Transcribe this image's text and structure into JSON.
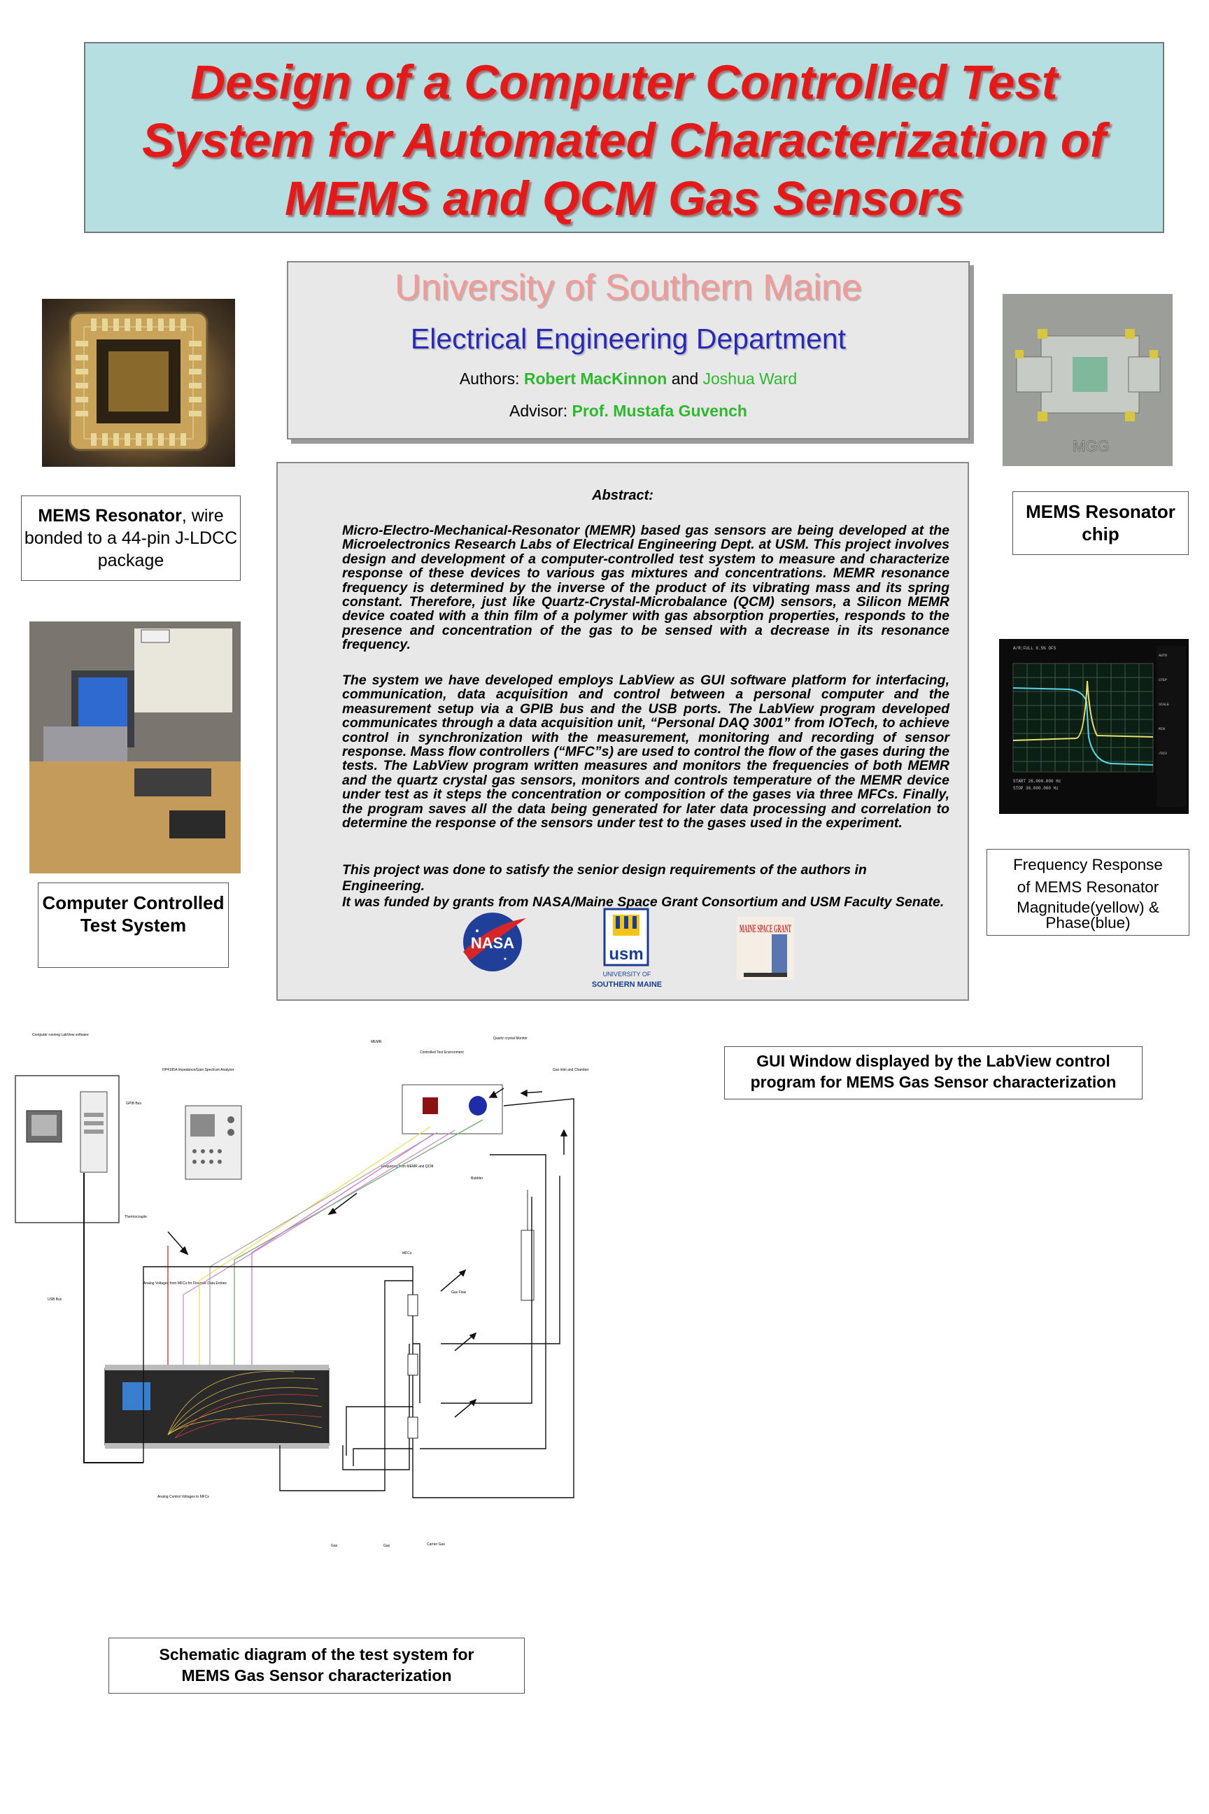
{
  "title": {
    "line1": "Design of a Computer Controlled Test",
    "line2": "System for Automated Characterization of",
    "line3": "MEMS and QCM Gas Sensors"
  },
  "university": {
    "name": "University of Southern Maine",
    "department": "Electrical Engineering Department",
    "authors_label": "Authors:",
    "author1": "Robert MacKinnon",
    "and": "and",
    "author2": "Joshua Ward",
    "advisor_label": "Advisor:",
    "advisor": "Prof. Mustafa Guvench"
  },
  "abstract": {
    "heading": "Abstract:",
    "p1": "Micro-Electro-Mechanical-Resonator (MEMR) based gas sensors are being developed at the Microelectronics Research Labs of Electrical Engineering Dept. at USM. This project involves design and development of a computer-controlled test system to measure and characterize response of these devices to various gas mixtures and concentrations. MEMR resonance frequency is determined by the inverse of the product of its vibrating mass and its spring constant. Therefore, just like Quartz-Crystal-Microbalance (QCM) sensors, a Silicon MEMR device coated with a thin film of a polymer with gas absorption properties, responds to the presence and concentration of the gas to be sensed with a decrease in its resonance frequency.",
    "p2": "The system we have developed employs LabView as GUI software platform for interfacing, communication, data acquisition and control between a personal computer and the measurement setup via a GPIB bus and the USB ports. The LabView program developed communicates through a data acquisition unit, “Personal DAQ 3001” from IOTech, to achieve control in synchronization with the measurement, monitoring and recording of sensor response. Mass flow controllers (“MFC”s) are used to control the flow of the gases during the tests. The LabView program written measures and monitors the frequencies of both MEMR and the quartz crystal gas sensors, monitors and controls temperature of the MEMR device under test as it steps the concentration or composition of the gases via three MFCs. Finally, the program saves all the data being generated for later data processing and correlation to determine the response of the sensors under test to the gases used in the experiment.",
    "p3_line1": "This project was done to satisfy the senior design requirements of the authors in  Engineering.",
    "p3_line2": "It was funded by grants from NASA/Maine Space Grant Consortium and USM Faculty Senate."
  },
  "logos": {
    "nasa": "NASA",
    "usm": "usm",
    "usm_sub1": "UNIVERSITY OF",
    "usm_sub2": "SOUTHERN MAINE",
    "msgc": "MAINE SPACE GRANT"
  },
  "images": {
    "chip_label": "MGG"
  },
  "captions": {
    "mems_resonator_bold": "MEMS Resonator",
    "mems_resonator_rest": ", wire bonded to a 44-pin  J-LDCC package",
    "test_system": "Computer Controlled Test System",
    "chip": "MEMS Resonator chip",
    "freq_line1": "Frequency Response",
    "freq_line2": "of MEMS Resonator",
    "freq_line3": "Magnitude(yellow) &",
    "freq_line4": "Phase(blue)",
    "gui_line1": "GUI Window displayed by the LabView control",
    "gui_line2": "program for MEMS Gas Sensor characterization",
    "schematic_line1": "Schematic diagram of the test system for",
    "schematic_line2": "MEMS Gas Sensor characterization"
  },
  "schematic_labels": {
    "computer": "Computer running LabView software",
    "analyzer": "HP4195A Impedance/Gain Spectrum Analyzer",
    "gpib": "GPIB Bus",
    "usb": "USB Bus",
    "memr": "MEMR",
    "quartz": "Quartz crystal Monitor",
    "controlled_test": "Controlled Test Environment",
    "gas_inlet": "Gas inlet and Chamber",
    "freq_from": "Frequency from MEMR and QCM",
    "bubbler": "Bubbler",
    "thermocouple": "Thermocouple",
    "mfcs": "MFCs",
    "analog_voltages": "Analog Voltages from MFCs for Flowrate Data Entries",
    "gas_flow": "Gas Flow",
    "daq_ctrl": "Analog Control Voltages to MFCs",
    "gas1": "Gas",
    "gas2": "Gas",
    "carrier": "Carrier Gas"
  }
}
